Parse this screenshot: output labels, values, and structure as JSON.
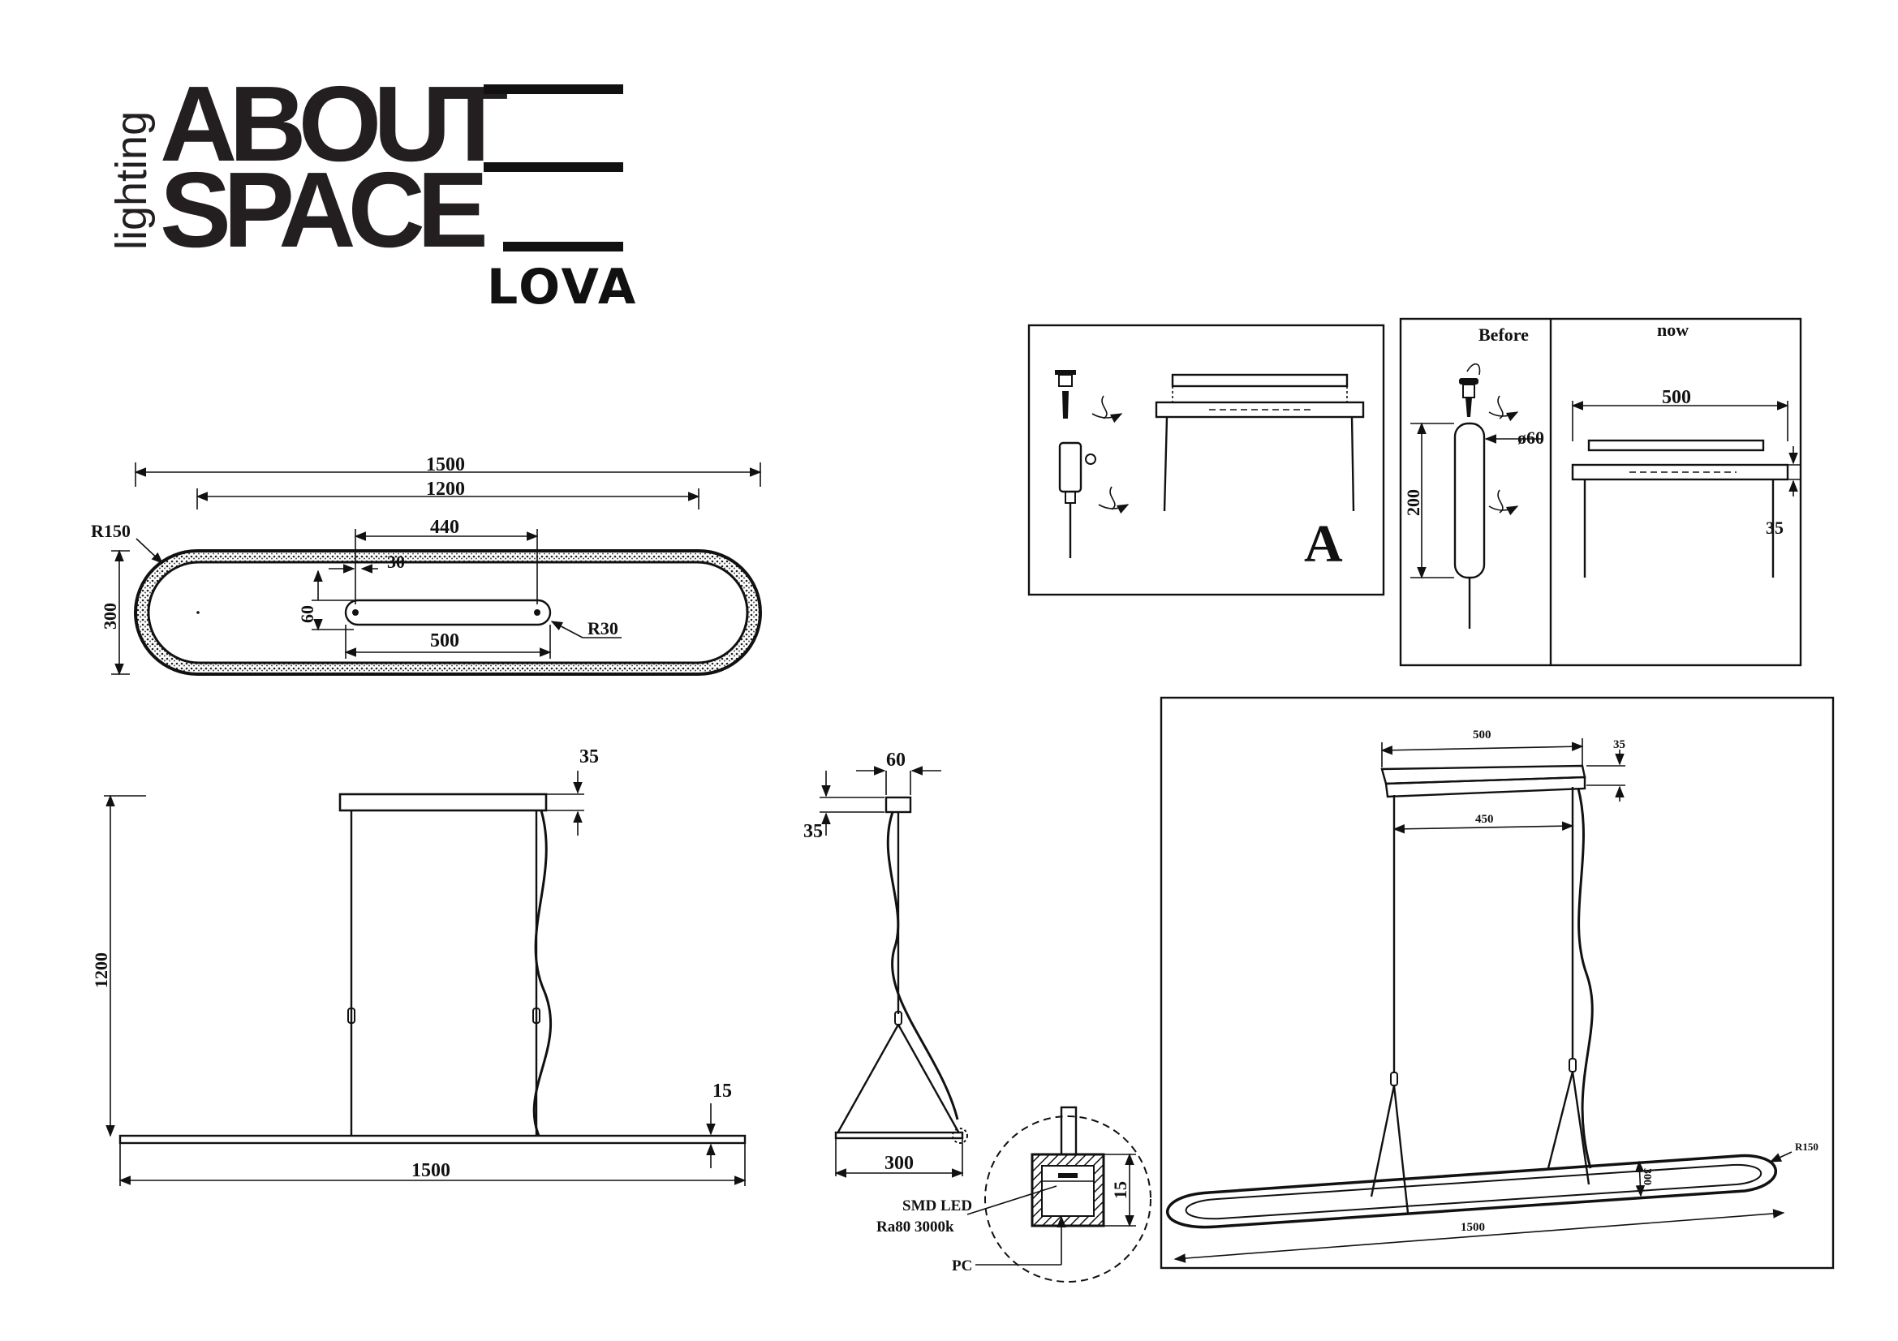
{
  "brand": {
    "side": "lighting",
    "line1": "ABOUT",
    "line2": "SPACE",
    "model": "LOVA"
  },
  "colors": {
    "ink": "#111111",
    "brand": "#231f20",
    "paper": "#ffffff"
  },
  "top_view": {
    "total_length": "1500",
    "inner_length": "1200",
    "outer_radius": "R150",
    "width": "300",
    "canopy_span": "440",
    "canopy_offset": "30",
    "canopy_height": "60",
    "canopy_length": "500",
    "canopy_radius": "R30"
  },
  "front_view": {
    "canopy_height": "35",
    "drop": "1200",
    "body_height": "15",
    "length": "1500"
  },
  "side_view": {
    "canopy_width": "60",
    "canopy_height": "35",
    "width": "300"
  },
  "section_detail": {
    "height": "15",
    "led_line1": "SMD LED",
    "led_line2": "Ra80 3000k",
    "diffuser": "PC"
  },
  "mounting_a": {
    "label": "A"
  },
  "mounting_compare": {
    "before_label": "Before",
    "now_label": "now",
    "canopy_length": "500",
    "tube_diameter": "ø60",
    "tube_height": "200",
    "canopy_height": "35"
  },
  "perspective": {
    "canopy_length": "500",
    "canopy_height": "35",
    "cable_span": "450",
    "radius": "R150",
    "width": "300",
    "length": "1500"
  }
}
